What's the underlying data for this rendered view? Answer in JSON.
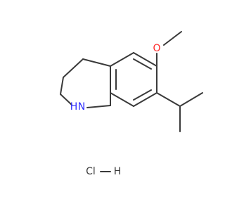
{
  "structure": {
    "atom_labels": {
      "oxygen": "O",
      "nitrogen": "N",
      "nitrogen_h": "H",
      "chlorine": "Cl",
      "hydrogen": "H"
    },
    "colors": {
      "oxygen": "#ff2b2b",
      "nitrogen": "#2d2dff",
      "bond": "#3a3a3a"
    }
  }
}
